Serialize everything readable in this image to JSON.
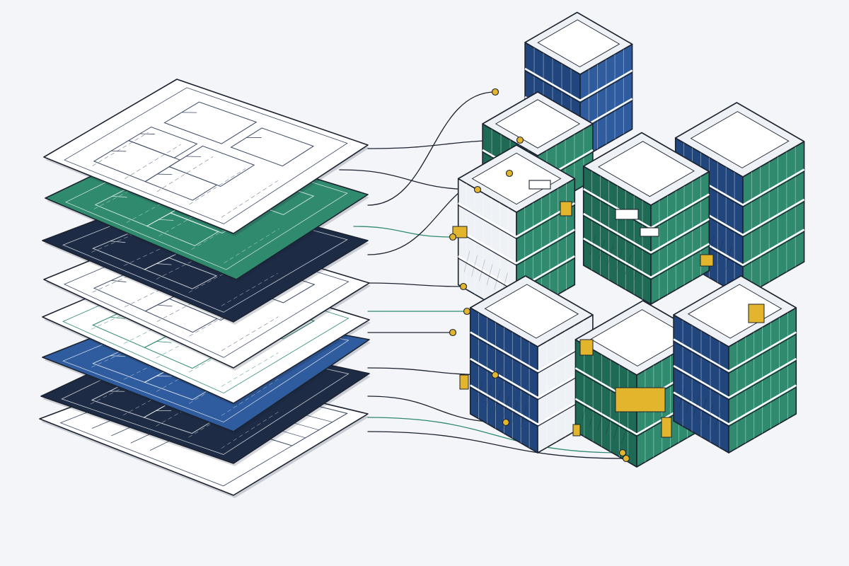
{
  "palette": {
    "background": "#f3f5f8",
    "ink": "#1c2330",
    "navy": "#1d2b45",
    "green": "#2f8a6e",
    "green_dark": "#1f6a55",
    "blue": "#2f5c9e",
    "blue_dark": "#21457d",
    "yellow": "#e2b52c",
    "white": "#ffffff",
    "roof": "#eef1f5"
  },
  "sheets": [
    {
      "id": "sheet-1",
      "fill": "#ffffff",
      "style": "floorplan"
    },
    {
      "id": "sheet-2",
      "fill": "#2f8a6e",
      "style": "floorplan-light"
    },
    {
      "id": "sheet-3",
      "fill": "#1d2b45",
      "style": "lines-light"
    },
    {
      "id": "sheet-4",
      "fill": "#ffffff",
      "style": "floorplan"
    },
    {
      "id": "sheet-5",
      "fill": "#ffffff",
      "style": "green-outline"
    },
    {
      "id": "sheet-6",
      "fill": "#2f5c9e",
      "style": "lines-light"
    },
    {
      "id": "sheet-7",
      "fill": "#1d2b45",
      "style": "lines-light"
    },
    {
      "id": "sheet-8",
      "fill": "#ffffff",
      "style": "title-block"
    }
  ],
  "icons": {
    "drawing_stack": "blueprint-stack-icon",
    "building": "building-cluster-icon",
    "connector": "connector-node-icon"
  }
}
